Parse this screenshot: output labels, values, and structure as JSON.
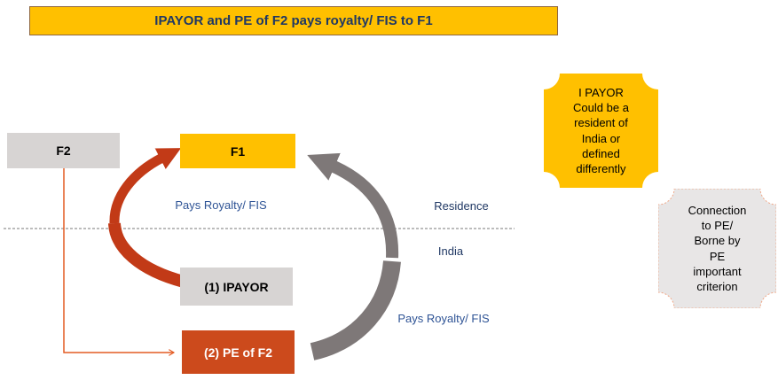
{
  "title": {
    "text": "IPAYOR and PE of F2 pays royalty/ FIS to F1"
  },
  "boxes": {
    "f2": {
      "label": "F2"
    },
    "f1": {
      "label": "F1"
    },
    "ipayor": {
      "label": "(1) IPAYOR"
    },
    "pe_of_f2": {
      "label": "(2) PE of F2"
    }
  },
  "labels": {
    "pays_royalty_fis_top": "Pays Royalty/ FIS",
    "residence": "Residence",
    "india": "India",
    "pays_royalty_fis_bottom": "Pays Royalty/ FIS"
  },
  "callouts": {
    "ipayor_note": {
      "text": "I PAYOR\nCould be a\nresident of\nIndia or\ndefined\ndifferently"
    },
    "pe_note": {
      "text": "Connection\nto PE/\nBorne by\nPE\nimportant\ncriterion"
    }
  },
  "colors": {
    "gold": "#FFC000",
    "gray_box": "#D7D4D3",
    "orange_box": "#CC4A1C",
    "red_arrow": "#C23A17",
    "gray_arrow": "#7E7878",
    "connector_orange": "#E35B23",
    "title_text": "#1F3864",
    "label_blue": "#2E5395",
    "callout_gray_fill": "#E8E6E6",
    "callout_gray_border": "#F0A888",
    "divider_gray": "#7A7A7A",
    "title_border": "#8E6640"
  }
}
